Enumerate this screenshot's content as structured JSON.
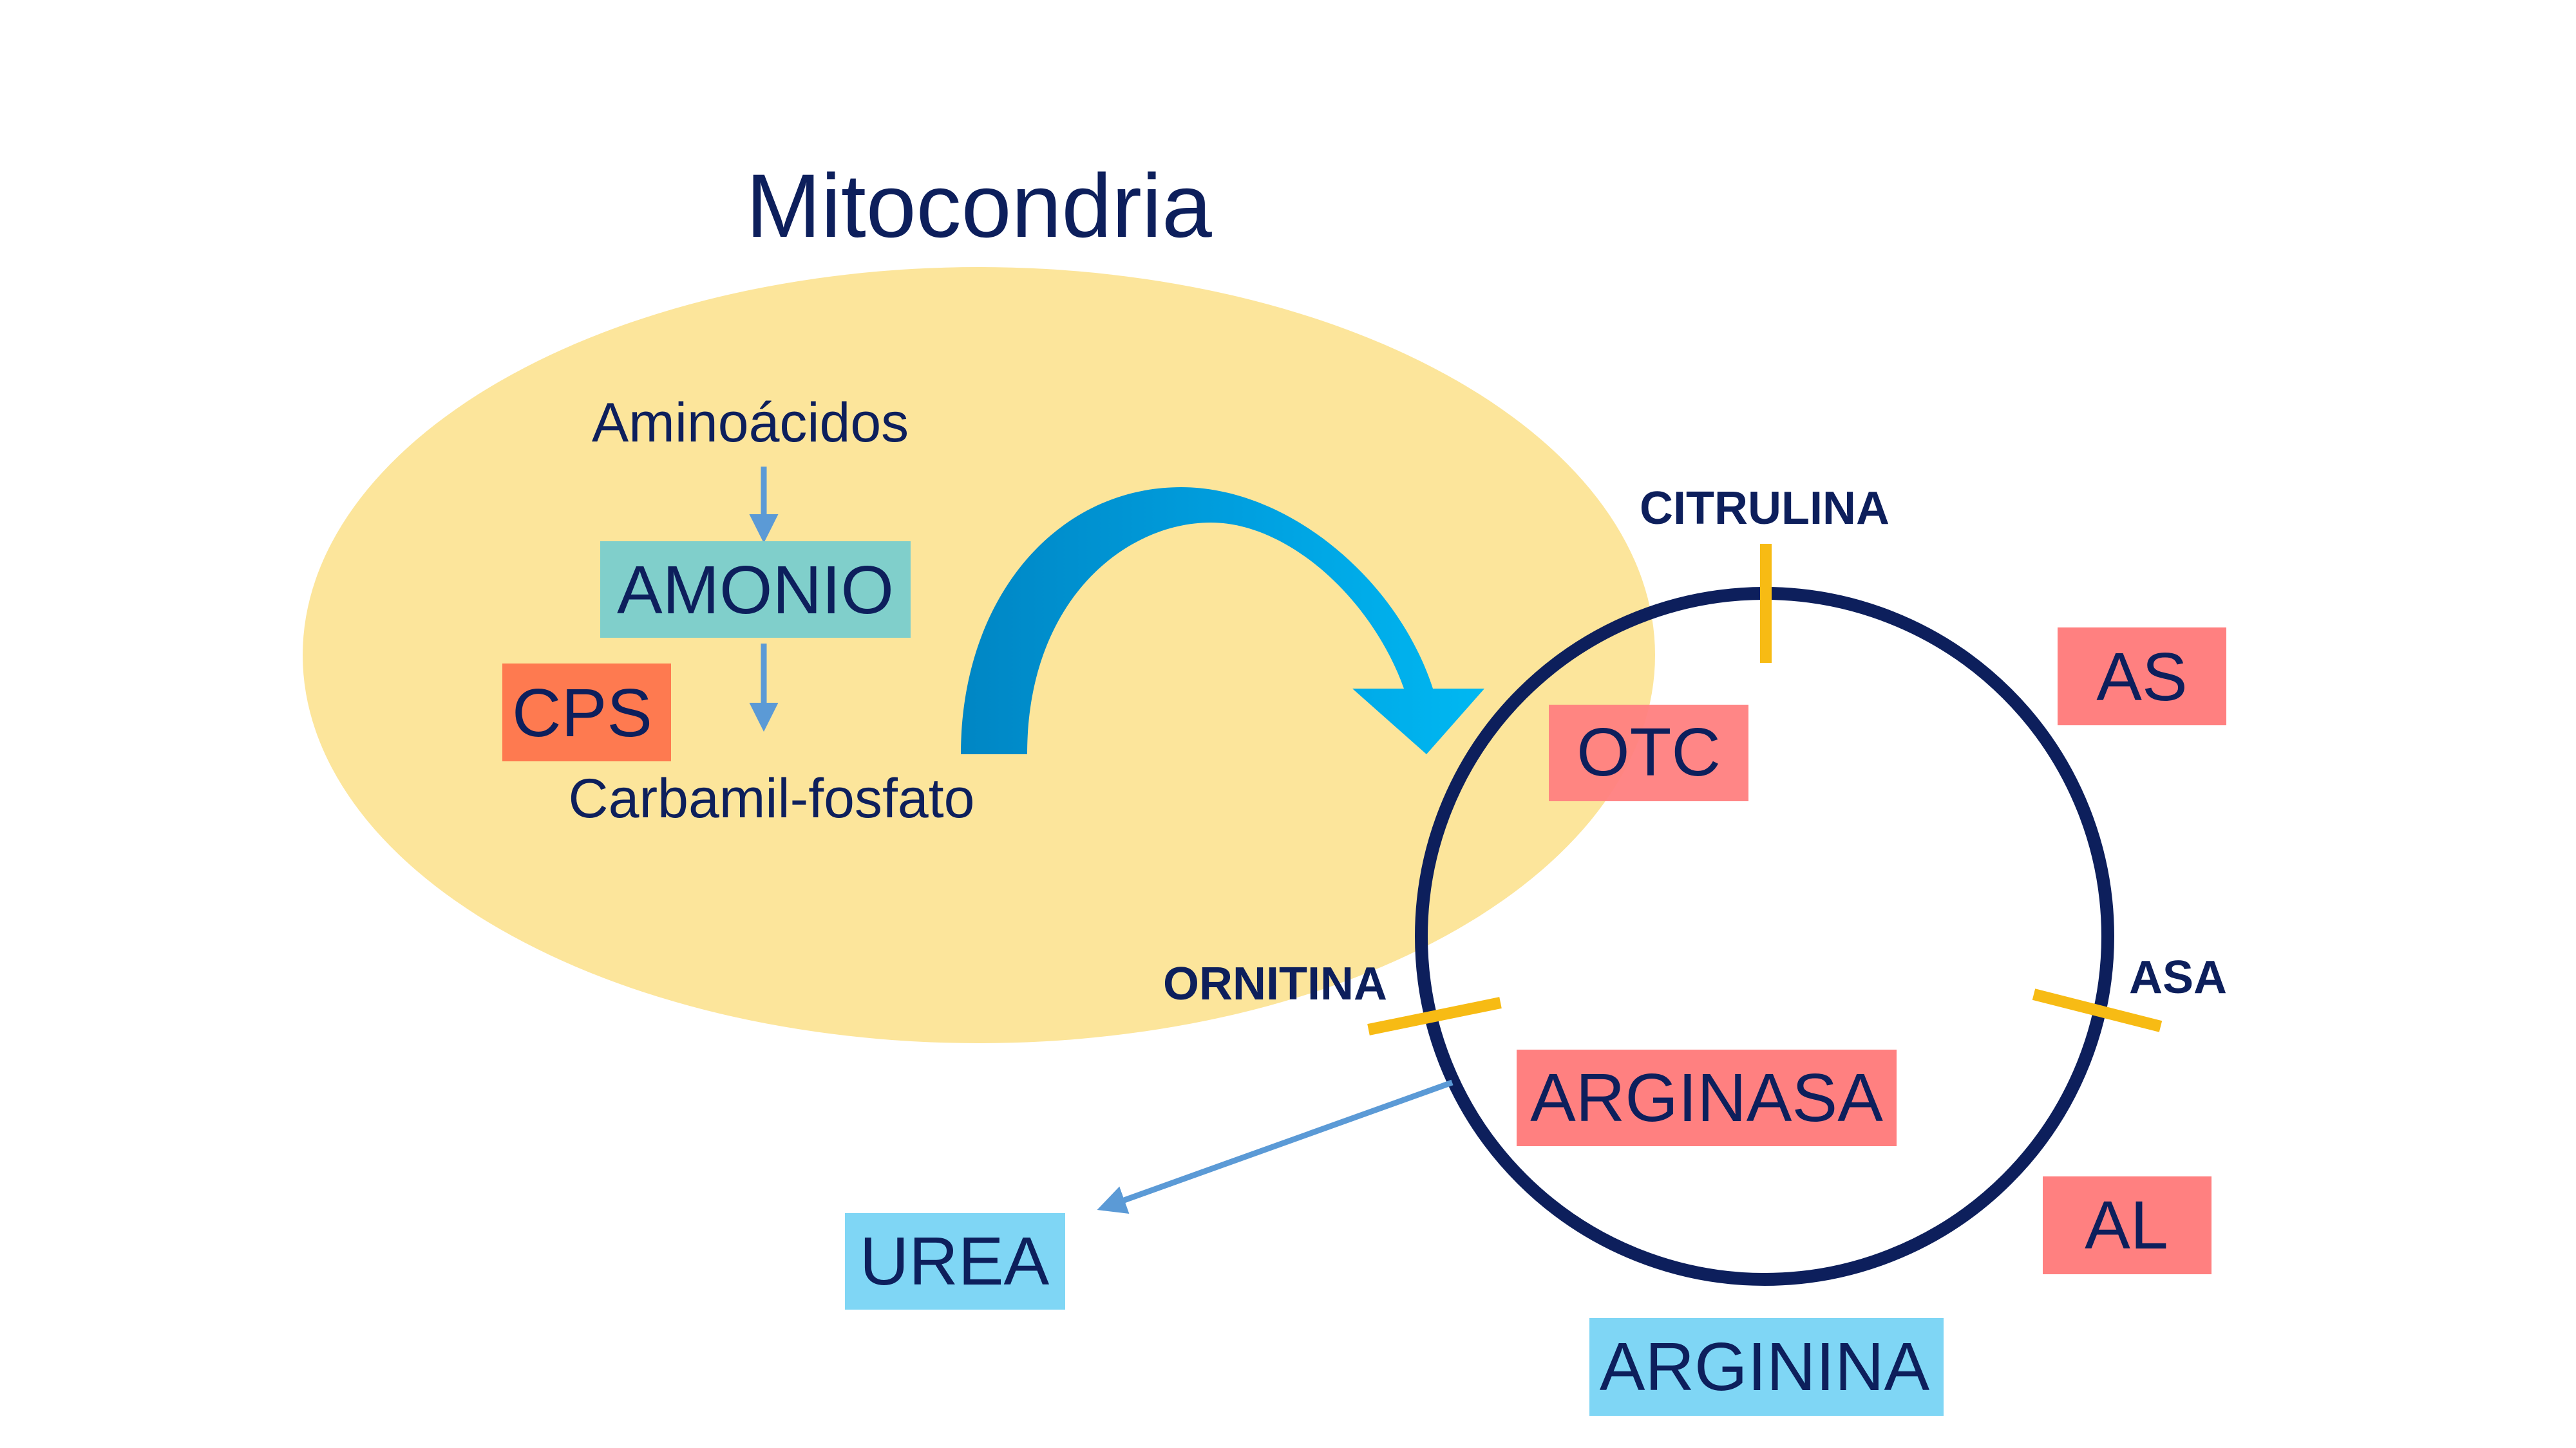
{
  "title": "Mitocondria",
  "mito": {
    "aminoacidos": "Aminoácidos",
    "amonio": "AMONIO",
    "cps": "CPS",
    "carbamil": "Carbamil-fosfato"
  },
  "cycle": {
    "citrulina": "CITRULINA",
    "ornitina": "ORNITINA",
    "asa": "ASA",
    "otc": "OTC",
    "as": "AS",
    "arginasa": "ARGINASA",
    "al": "AL",
    "arginina": "ARGININA",
    "urea": "UREA"
  },
  "colors": {
    "mitochondria_fill": "#fce59b",
    "navy": "#0d1f5c",
    "teal_box": "#80cfcb",
    "orange_box": "#fe7a50",
    "pink_box": "#ff8080",
    "light_blue_box": "#7fd6f5",
    "marker": "#f7bb14",
    "small_arrow": "#5b9ad6",
    "big_arrow_dark": "#0086c4",
    "big_arrow_light": "#00b1ef"
  }
}
